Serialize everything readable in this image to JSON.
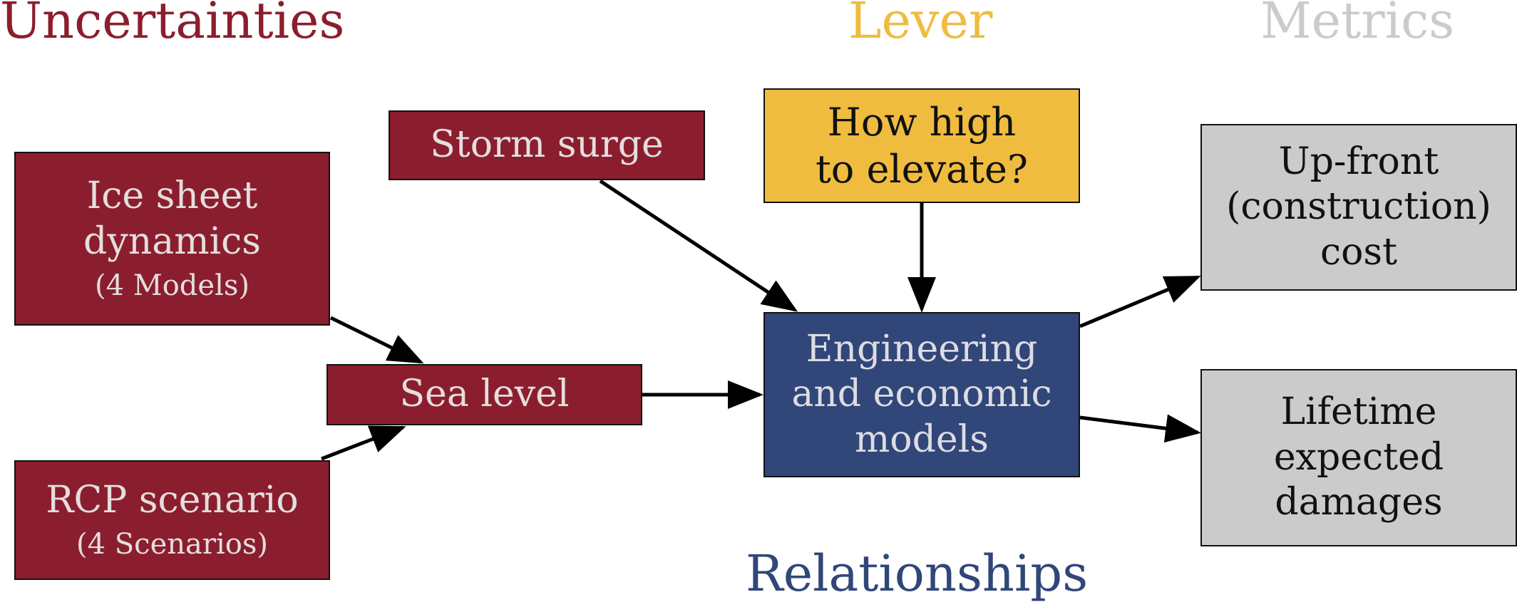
{
  "headings": {
    "uncertainties": "Uncertainties",
    "lever": "Lever",
    "metrics": "Metrics",
    "relationships": "Relationships"
  },
  "nodes": {
    "ice_sheet": {
      "lines": [
        "Ice sheet",
        "dynamics"
      ],
      "sub": "(4 Models)"
    },
    "storm_surge": {
      "lines": [
        "Storm surge"
      ]
    },
    "sea_level": {
      "lines": [
        "Sea level"
      ]
    },
    "rcp": {
      "lines": [
        "RCP scenario"
      ],
      "sub": "(4 Scenarios)"
    },
    "elevate": {
      "lines": [
        "How high",
        "to elevate?"
      ]
    },
    "models": {
      "lines": [
        "Engineering",
        "and economic",
        "models"
      ]
    },
    "upfront": {
      "lines": [
        "Up-front",
        "(construction)",
        "cost"
      ]
    },
    "damages": {
      "lines": [
        "Lifetime",
        "expected",
        "damages"
      ]
    }
  },
  "colors": {
    "uncertainty": "#8b1e2e",
    "lever": "#f0bc40",
    "relationship": "#314679",
    "metric": "#cbcbcb",
    "metrics_heading": "#cbcbcb",
    "arrow": "#000000"
  },
  "edges": [
    {
      "from": "ice_sheet",
      "to": "sea_level"
    },
    {
      "from": "rcp",
      "to": "sea_level"
    },
    {
      "from": "sea_level",
      "to": "models"
    },
    {
      "from": "storm_surge",
      "to": "models"
    },
    {
      "from": "elevate",
      "to": "models"
    },
    {
      "from": "models",
      "to": "upfront"
    },
    {
      "from": "models",
      "to": "damages"
    }
  ]
}
